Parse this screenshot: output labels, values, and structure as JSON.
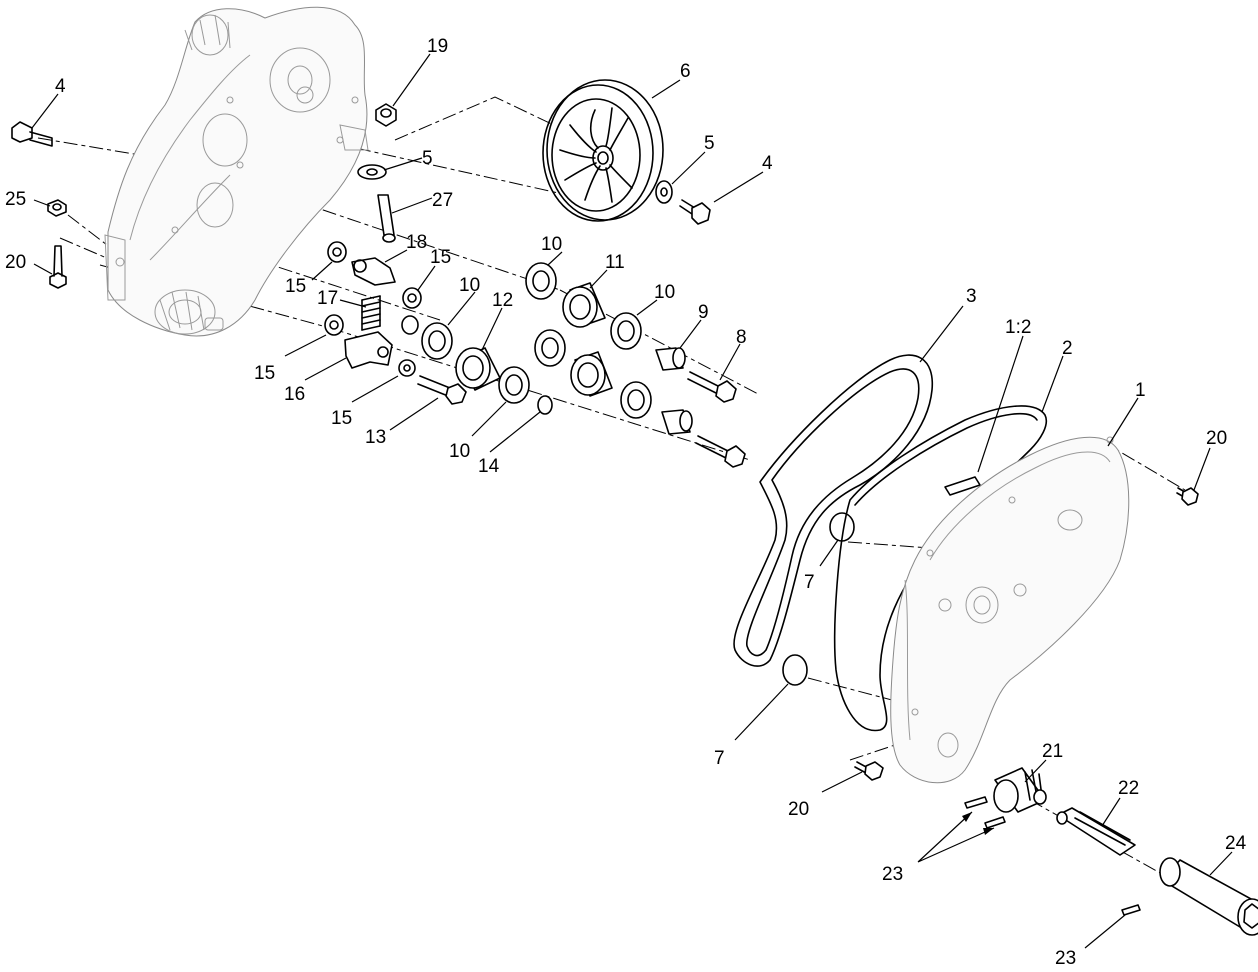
{
  "callouts": {
    "c1": "1",
    "c1_2": "1:2",
    "c2": "2",
    "c3": "3",
    "c4a": "4",
    "c4b": "4",
    "c5a": "5",
    "c5b": "5",
    "c6": "6",
    "c7a": "7",
    "c7b": "7",
    "c8": "8",
    "c9": "9",
    "c10a": "10",
    "c10b": "10",
    "c10c": "10",
    "c10d": "10",
    "c11": "11",
    "c12": "12",
    "c13": "13",
    "c14": "14",
    "c15a": "15",
    "c15b": "15",
    "c15c": "15",
    "c15d": "15",
    "c16": "16",
    "c17": "17",
    "c18": "18",
    "c19": "19",
    "c20a": "20",
    "c20b": "20",
    "c20c": "20",
    "c21": "21",
    "c22": "22",
    "c23a": "23",
    "c23b": "23",
    "c24": "24",
    "c25": "25",
    "c27": "27"
  }
}
